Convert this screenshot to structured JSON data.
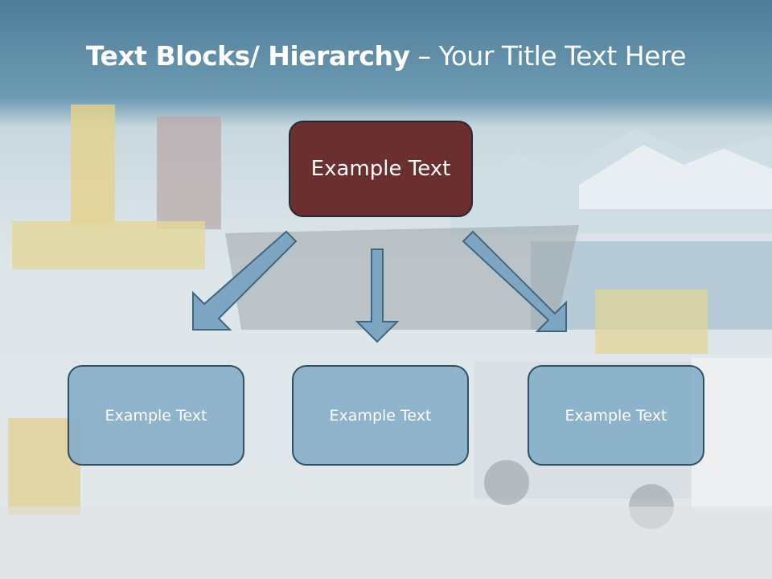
{
  "title": {
    "bold": "Text Blocks/ Hierarchy",
    "regular": " – Your Title Text Here"
  },
  "hierarchy": {
    "top": {
      "label": "Example Text"
    },
    "children": [
      {
        "label": "Example Text"
      },
      {
        "label": "Example Text"
      },
      {
        "label": "Example Text"
      }
    ]
  },
  "colors": {
    "title_band": "#5f8ca6",
    "top_box": "#6b2f2f",
    "child_box": "#87afc8",
    "arrow_fill": "#7ea6c2",
    "arrow_stroke": "#3f6682"
  }
}
